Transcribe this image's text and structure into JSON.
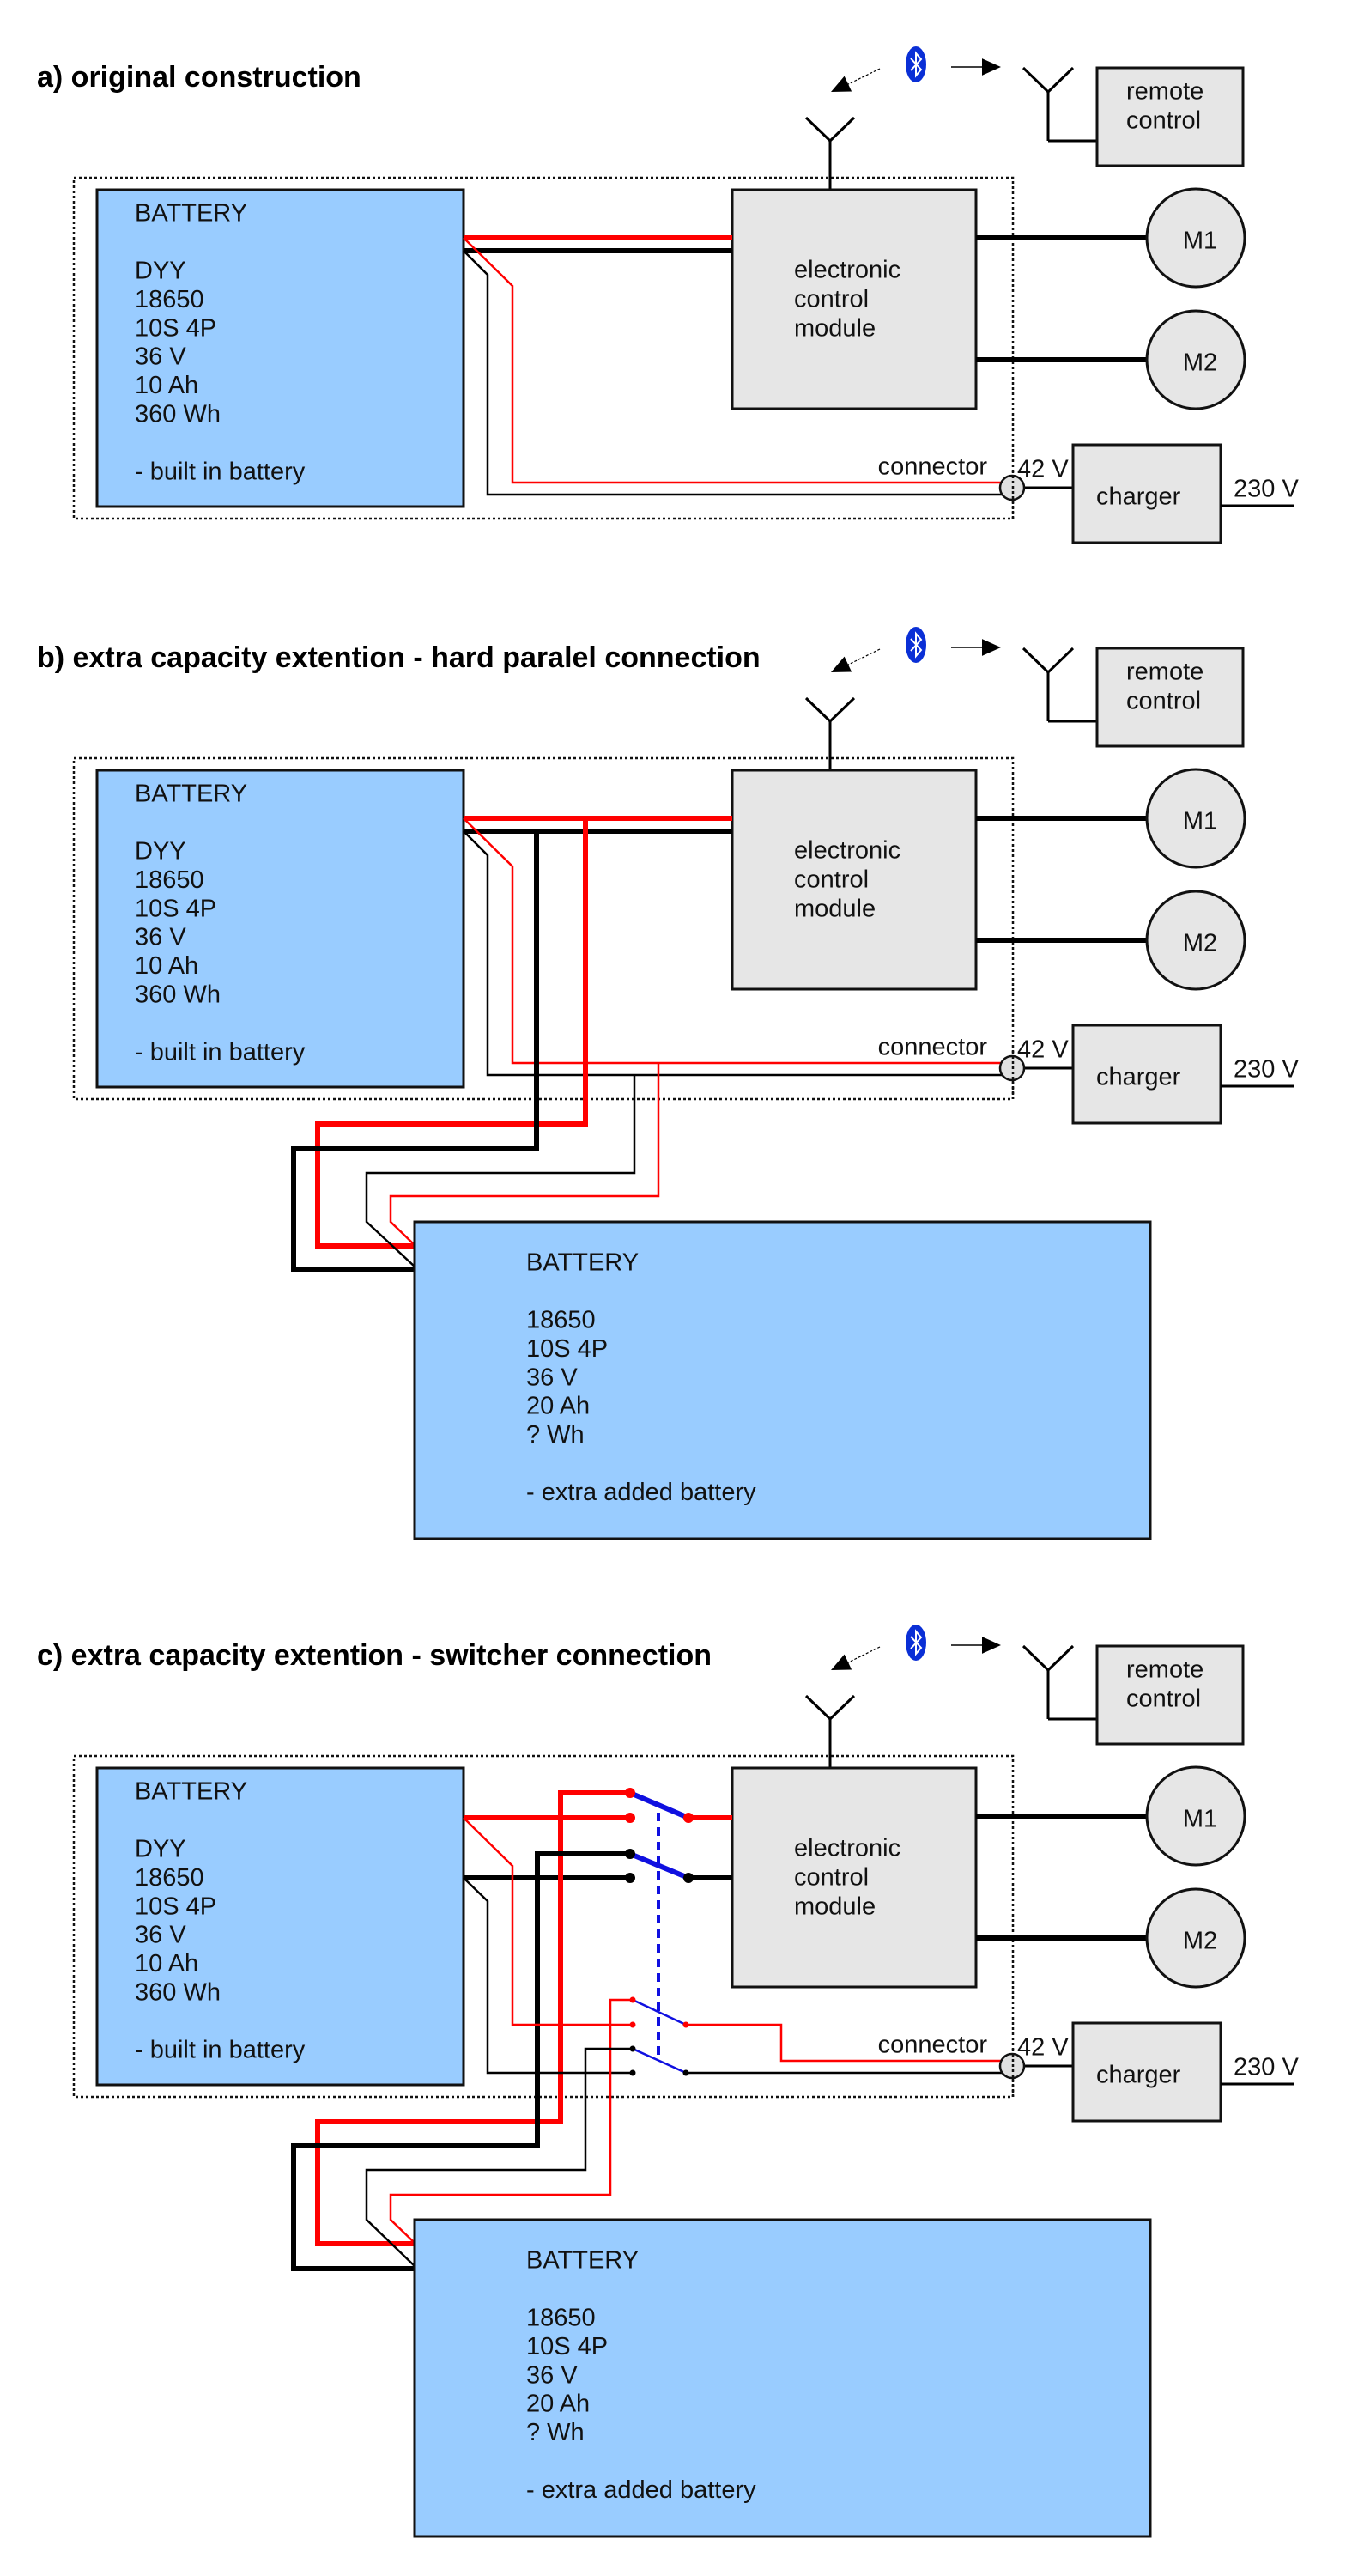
{
  "colors": {
    "battery_fill": "#99ccff",
    "module_fill": "#e6e6e6",
    "positive_wire": "#ff0000",
    "negative_wire": "#000000",
    "switch": "#1010e0",
    "bluetooth": "#0a2fd6"
  },
  "sections": [
    {
      "id": "a",
      "title": "a) original construction",
      "variant": "original",
      "builtin_battery": {
        "lines": [
          "BATTERY",
          "",
          "DYY",
          "18650",
          "10S 4P",
          "36 V",
          "10 Ah",
          "360 Wh",
          "",
          "- built in battery"
        ]
      }
    },
    {
      "id": "b",
      "title": "b) extra capacity extention - hard paralel connection",
      "variant": "parallel",
      "builtin_battery": {
        "lines": [
          "BATTERY",
          "",
          "DYY",
          "18650",
          "10S 4P",
          "36 V",
          "10 Ah",
          "360 Wh",
          "",
          "- built in battery"
        ]
      },
      "extra_battery": {
        "lines": [
          "BATTERY",
          "",
          "18650",
          "10S 4P",
          "36 V",
          "20 Ah",
          "? Wh",
          "",
          "- extra added battery"
        ]
      }
    },
    {
      "id": "c",
      "title": "c) extra capacity extention - switcher connection",
      "variant": "switcher",
      "builtin_battery": {
        "lines": [
          "BATTERY",
          "",
          "DYY",
          "18650",
          "10S 4P",
          "36 V",
          "10 Ah",
          "360 Wh",
          "",
          "- built in battery"
        ]
      },
      "extra_battery": {
        "lines": [
          "BATTERY",
          "",
          "18650",
          "10S 4P",
          "36 V",
          "20 Ah",
          "? Wh",
          "",
          "- extra added battery"
        ]
      }
    }
  ],
  "common": {
    "control_module_lines": [
      "electronic",
      "control",
      "module"
    ],
    "remote_lines": [
      "remote",
      "control"
    ],
    "motor_1": "M1",
    "motor_2": "M2",
    "connector_label": "connector",
    "connector_voltage": "42 V",
    "charger_label": "charger",
    "mains_voltage": "230 V",
    "wireless_icon": "bluetooth-icon"
  }
}
